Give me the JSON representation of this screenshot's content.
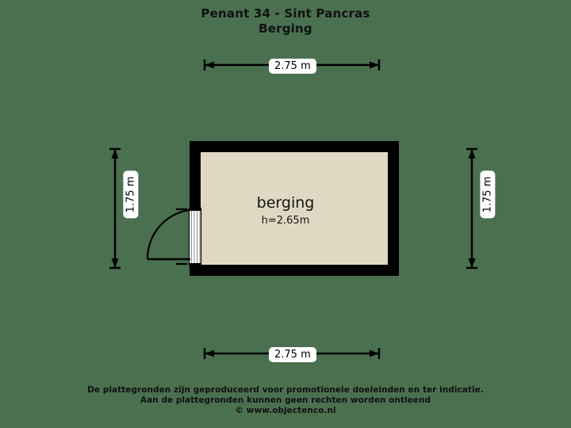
{
  "title": {
    "line1": "Penant 34 - Sint Pancras",
    "line2": "Berging"
  },
  "floorplan": {
    "room": {
      "name": "berging",
      "height_label": "h=2.65m"
    },
    "dimensions": {
      "top": "2.75 m",
      "bottom": "2.75 m",
      "left": "1.75 m",
      "right": "1.75 m"
    },
    "colors": {
      "background": "#4a7050",
      "wall": "#000000",
      "room_fill": "#e0d8c3",
      "door": "#ffffff",
      "dimension_line": "#000000",
      "text": "#111111"
    }
  },
  "footer": {
    "line1": "De plattegronden zijn geproduceerd voor promotionele doeleinden en ter indicatie.",
    "line2": "Aan de plattegronden kunnen geen rechten worden ontleend",
    "line3": "© www.objectenco.nl"
  }
}
